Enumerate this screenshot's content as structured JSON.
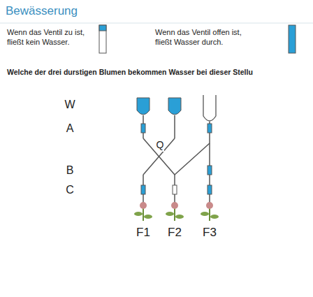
{
  "diagram": {
    "title": "Bewässerung",
    "labels": [
      "Wenn das Ventil zu ist, fließt kein Wasser.",
      "Wenn das Ventil offen ist, fließt Wasser durch.",
      "Welche der drei durstigen Blumen bekommen Wasser bei dieser Stellu",
      "W",
      "A",
      "B",
      "C",
      "Q",
      "F1",
      "F2",
      "F3"
    ]
  }
}
